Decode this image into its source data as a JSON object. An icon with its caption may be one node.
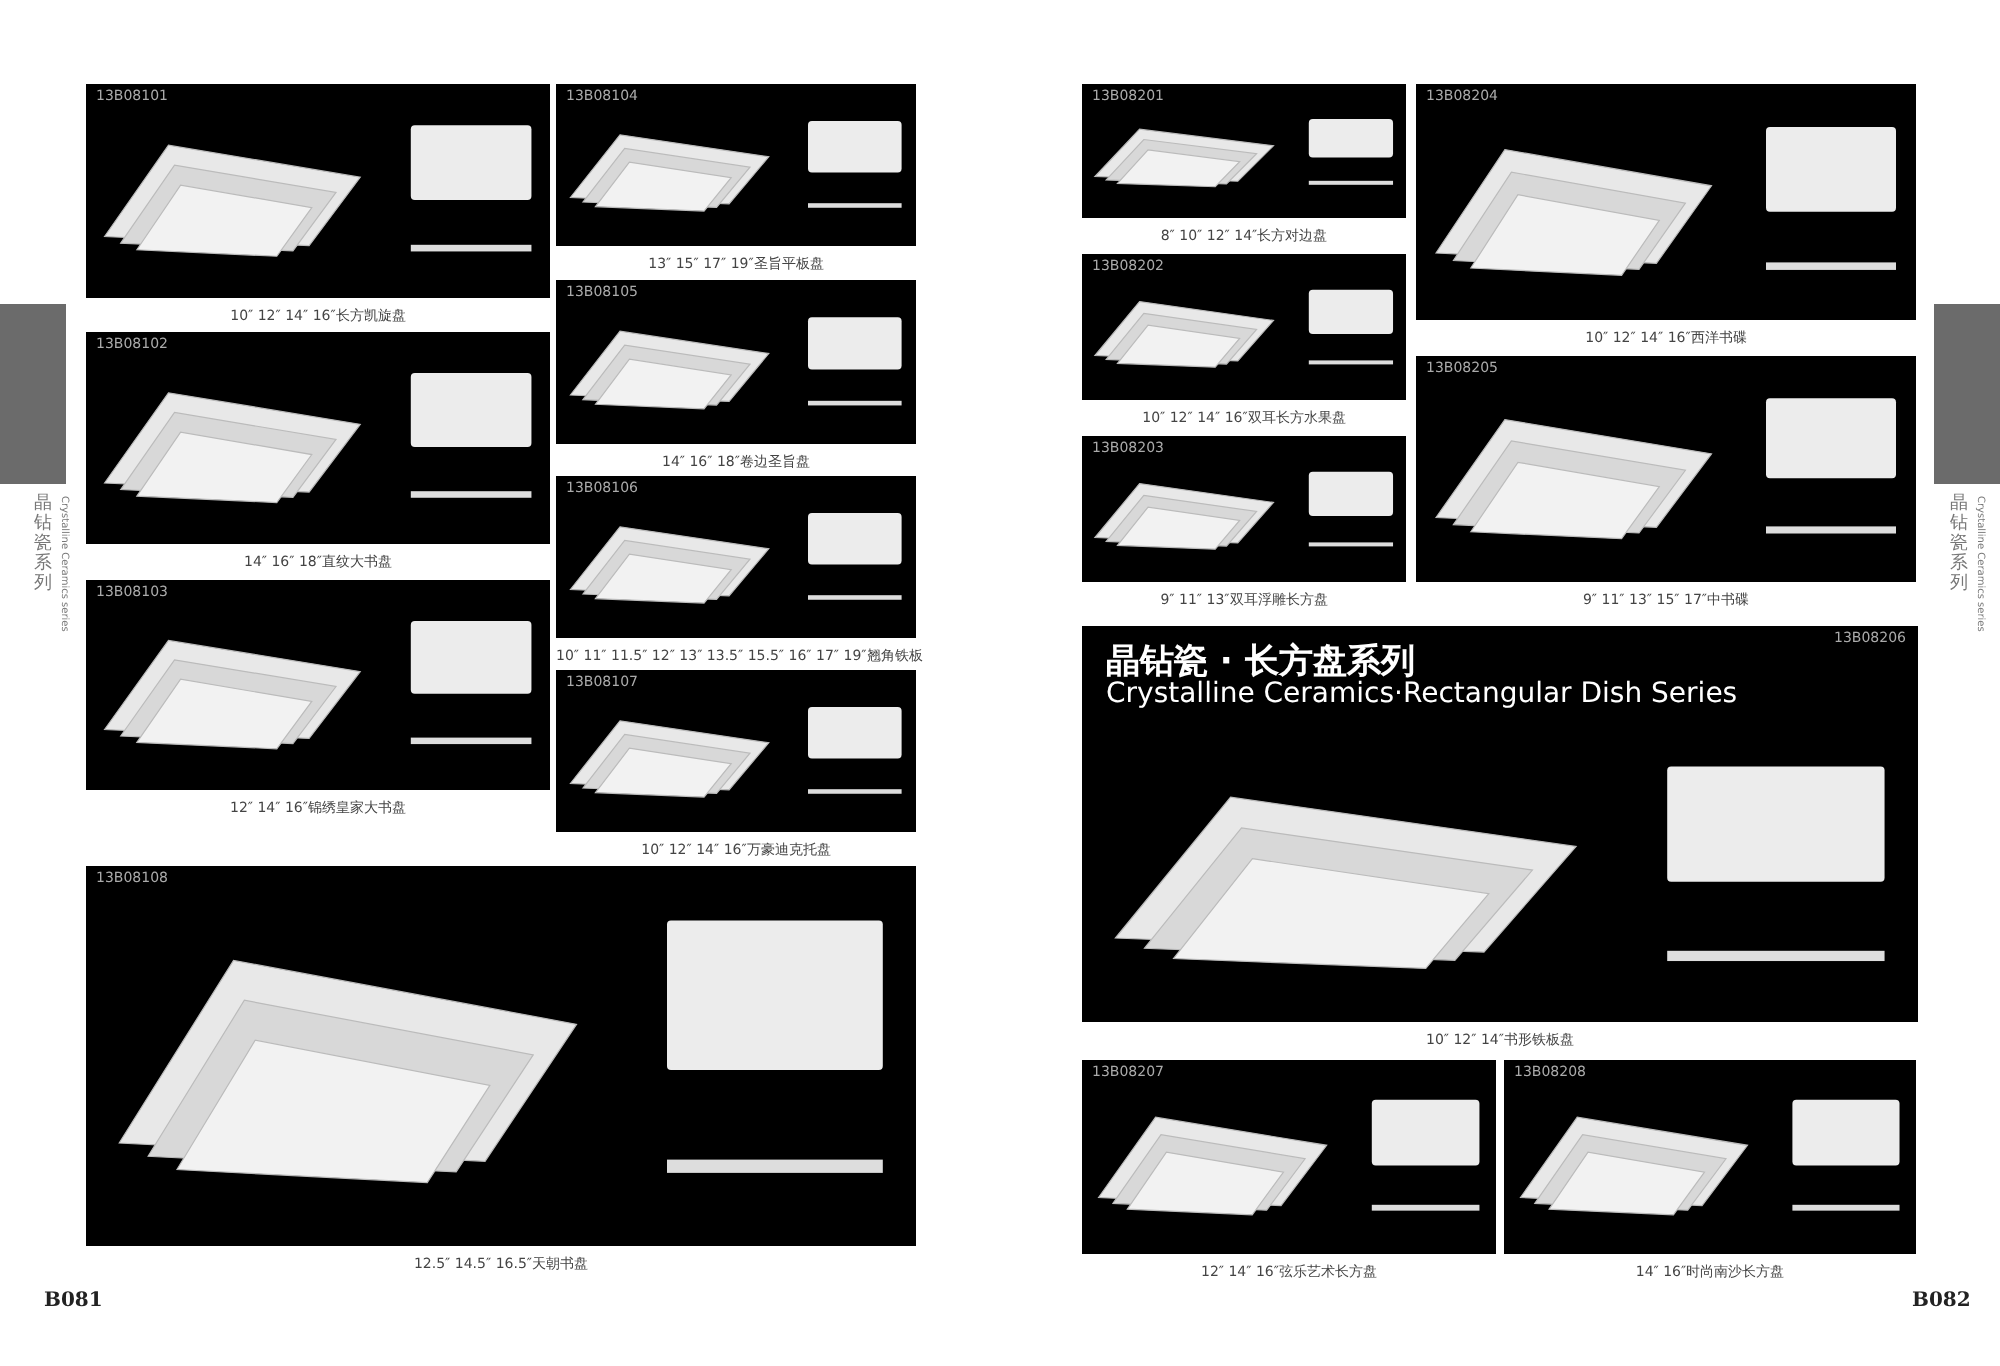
{
  "diagram": {
    "nodes": [
      {
        "text": [
          "13B08101"
        ],
        "beside": [
          "10″ 12″ 14″ 16″长方凯旋盘"
        ]
      },
      {
        "text": [
          "13B08104"
        ],
        "beside": [
          "13″ 15″ 17″ 19″圣旨平板盘"
        ]
      },
      {
        "text": [
          "13B08102"
        ],
        "beside": [
          "14″ 16″ 18″直纹大书盘"
        ]
      },
      {
        "text": [
          "13B08105"
        ],
        "beside": [
          "14″ 16″ 18″卷边圣旨盘"
        ]
      },
      {
        "text": [
          "13B08106"
        ],
        "beside": [
          "10″ 11″ 11.5″ 12″ 13″ 13.5″ 15.5″ 16″ 17″ 19″翘角铁板"
        ]
      },
      {
        "text": [
          "13B08103"
        ],
        "beside": [
          "12″ 14″ 16″锦绣皇家大书盘"
        ]
      },
      {
        "text": [
          "13B08107"
        ],
        "beside": [
          "10″ 12″ 14″ 16″万豪迪克托盘"
        ]
      },
      {
        "text": [
          "13B08108"
        ],
        "beside": [
          "12.5″ 14.5″ 16.5″天朝书盘"
        ]
      },
      {
        "text": [
          "13B08201"
        ],
        "beside": [
          "8″ 10″ 12″ 14″长方对边盘"
        ]
      },
      {
        "text": [
          "13B08204"
        ],
        "beside": [
          "10″ 12″ 14″ 16″西洋书碟"
        ]
      },
      {
        "text": [
          "13B08202"
        ],
        "beside": [
          "10″ 12″ 14″ 16″双耳长方水果盘"
        ]
      },
      {
        "text": [
          "13B08205"
        ],
        "beside": [
          "9″ 11″ 13″ 15″ 17″中书碟"
        ]
      },
      {
        "text": [
          "13B08203"
        ],
        "beside": [
          "9″ 11″ 13″双耳浮雕长方盘"
        ]
      },
      {
        "text": [
          "晶钻瓷 · 长方盘系列",
          "Crystalline Ceramics·Rectangular Dish Series",
          "13B08206"
        ],
        "beside": [
          "10″ 12″ 14″书形铁板盘"
        ]
      },
      {
        "text": [
          "13B08207"
        ],
        "beside": [
          "12″ 14″ 16″弦乐艺术长方盘"
        ]
      },
      {
        "text": [
          "13B08208"
        ],
        "beside": [
          "14″ 16″时尚南沙长方盘"
        ]
      },
      {
        "text": [],
        "shape": "bar"
      },
      {
        "text": [],
        "shape": "bar"
      }
    ],
    "labels": [
      "晶钻瓷系列",
      "Crystalline Ceramics series",
      "晶钻瓷系列",
      "Crystalline Ceramics series",
      "B081",
      "B082"
    ]
  }
}
